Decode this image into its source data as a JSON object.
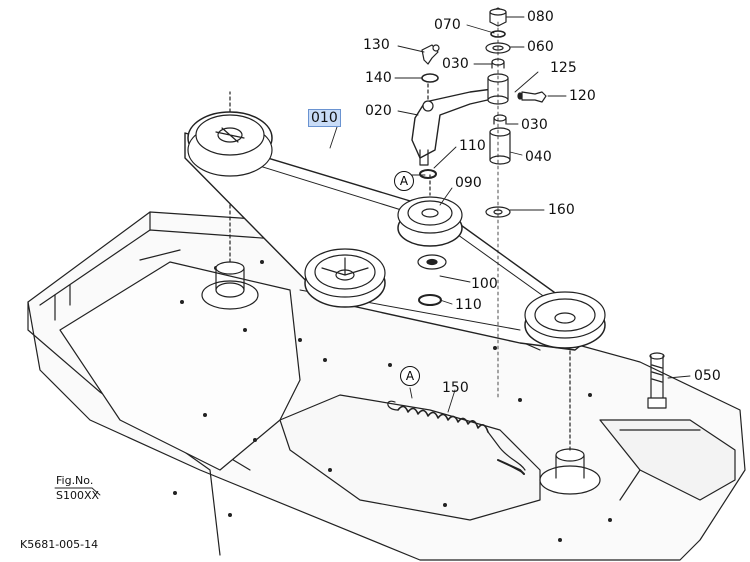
{
  "parts": [
    {
      "id": "p080",
      "label": "080"
    },
    {
      "id": "p070",
      "label": "070"
    },
    {
      "id": "p060",
      "label": "060"
    },
    {
      "id": "p130",
      "label": "130"
    },
    {
      "id": "p030a",
      "label": "030"
    },
    {
      "id": "p125",
      "label": "125"
    },
    {
      "id": "p140",
      "label": "140"
    },
    {
      "id": "p120",
      "label": "120"
    },
    {
      "id": "p020",
      "label": "020"
    },
    {
      "id": "p010",
      "label": "010"
    },
    {
      "id": "p030b",
      "label": "030"
    },
    {
      "id": "p040",
      "label": "040"
    },
    {
      "id": "p110a",
      "label": "110"
    },
    {
      "id": "p090",
      "label": "090"
    },
    {
      "id": "p160",
      "label": "160"
    },
    {
      "id": "p100",
      "label": "100"
    },
    {
      "id": "p110b",
      "label": "110"
    },
    {
      "id": "p050",
      "label": "050"
    },
    {
      "id": "p150",
      "label": "150"
    }
  ],
  "callouts": {
    "a1": "A",
    "a2": "A"
  },
  "fig": {
    "line1": "Fig.No.",
    "line2": "S100XX"
  },
  "drawing_code": "K5681-005-14",
  "colors": {
    "highlight_bg": "#c9dcf7",
    "highlight_border": "#6a93d1",
    "ink": "#111111"
  }
}
